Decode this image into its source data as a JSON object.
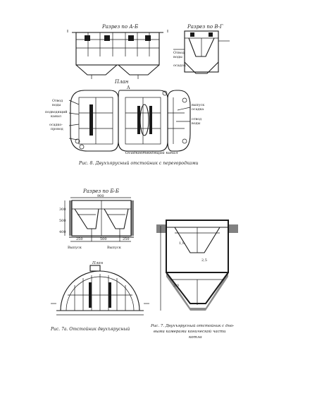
{
  "document": {
    "kind": "scanned-book-page",
    "colors": {
      "ink": "#1a1a1a",
      "paper": "#ffffff"
    }
  },
  "figure1": {
    "section_ab": "Разрез по А-Б",
    "section_vg": "Разрез по В-Г",
    "plan_label": "План",
    "plan_axis_mark": "А",
    "callouts_left": [
      "Отвод",
      "воды",
      "подводящий",
      "канал",
      "осадко-",
      "провод"
    ],
    "callouts_right": [
      "выпуск",
      "осадка",
      "отвод",
      "воды"
    ],
    "section_callouts": [
      "Отвод",
      "воды",
      "осадок"
    ],
    "bottom_note": "Осадкоотводящий канал",
    "caption": "Рис. 8. Двухъярусный отстойник с перегородками"
  },
  "figure2": {
    "section_title": "Разрез по Б-Б",
    "top_dim": "900",
    "side_dims": [
      "300",
      "500",
      "400"
    ],
    "bottom_dims": [
      "250",
      "500",
      "250"
    ],
    "bottom_labels": [
      "Выпуск",
      "Выпуск"
    ],
    "plan_title": "План",
    "caption": "Рис. 7а. Отстойник двухъярусный"
  },
  "figure3": {
    "dims": [
      "1,9",
      "2,5",
      "3,0"
    ],
    "caption_line1": "Рис. 7. Двухъярусный отстойник с дно-",
    "caption_line2": "выми камерами конической части",
    "caption_line3": "котла"
  }
}
